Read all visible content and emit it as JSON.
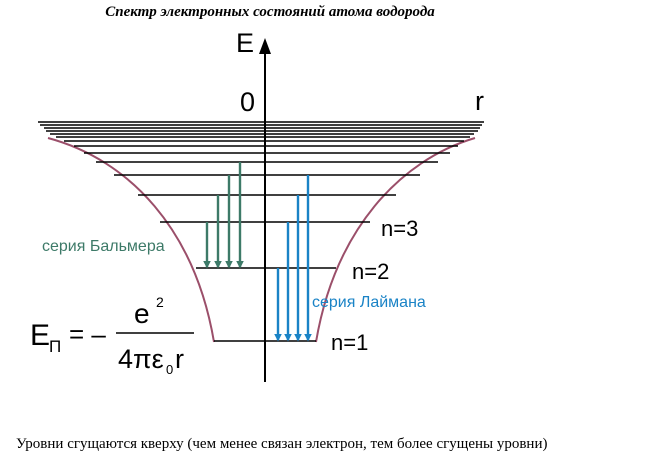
{
  "title": "Спектр электронных состояний атома водорода",
  "axes": {
    "energy_label": "E",
    "origin_label": "0",
    "radius_label": "r"
  },
  "levels": [
    {
      "n": 1,
      "label": "n=1"
    },
    {
      "n": 2,
      "label": "n=2"
    },
    {
      "n": 3,
      "label": "n=3"
    }
  ],
  "series": {
    "balmer": {
      "label": "серия Бальмера",
      "color": "#3d7a68",
      "final_level": 2,
      "transitions_from": [
        3,
        4,
        5,
        6
      ]
    },
    "lyman": {
      "label": "серия Лаймана",
      "color": "#1a83c6",
      "final_level": 1,
      "transitions_from": [
        2,
        3,
        4,
        5
      ]
    }
  },
  "formula": {
    "lhs": "E",
    "lhs_sub": "П",
    "equals": "= –",
    "numerator": "e",
    "numerator_sup": "2",
    "denominator": "4πε",
    "denominator_sub": "0",
    "denominator_tail": "r"
  },
  "caption": "Уровни сгущаются кверху (чем менее связан электрон, тем более сгущены уровни)"
}
